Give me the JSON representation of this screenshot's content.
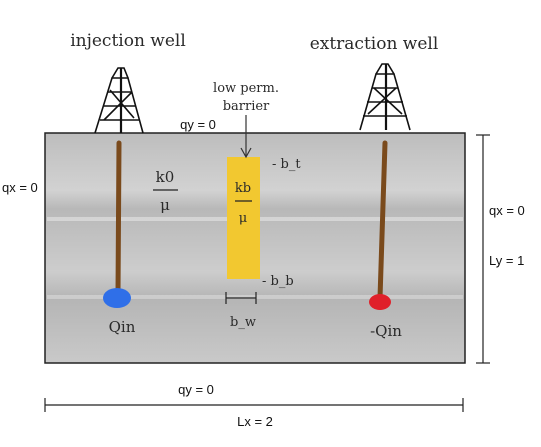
{
  "wells": {
    "injection": {
      "label": "injection well",
      "rate_label": "Qin",
      "marker_color": "#2f6fe8"
    },
    "extraction": {
      "label": "extraction well",
      "rate_label": "-Qin",
      "marker_color": "#e0202a"
    }
  },
  "domain": {
    "left_bc": "qx = 0",
    "right_bc": "qx = 0",
    "top_bc": "qy = 0",
    "bottom_bc": "qy = 0",
    "height_label": "Ly = 1",
    "width_label": "Lx = 2"
  },
  "permeability": {
    "matrix_num": "k0",
    "matrix_den": "μ",
    "barrier_num": "kb",
    "barrier_den": "μ"
  },
  "barrier": {
    "callout": [
      "low perm.",
      "barrier"
    ],
    "top_label": "- b_t",
    "bottom_label": "- b_b",
    "width_label": "b_w",
    "color": "#f2c830"
  },
  "colors": {
    "aquifer": "#c7c7c7",
    "well_casing": "#7a4a1c"
  }
}
